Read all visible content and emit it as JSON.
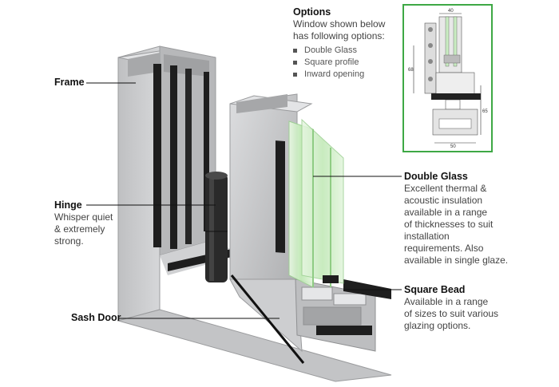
{
  "options": {
    "title": "Options",
    "intro": "Window shown below\nhas following options:",
    "items": [
      "Double Glass",
      "Square profile",
      "Inward opening"
    ]
  },
  "labels": {
    "frame": {
      "title": "Frame"
    },
    "hinge": {
      "title": "Hinge",
      "desc": "Whisper quiet\n& extremely\nstrong."
    },
    "sash_door": {
      "title": "Sash Door"
    },
    "double_glass": {
      "title": "Double Glass",
      "desc": "Excellent thermal &\nacoustic insulation\navailable in a range\nof thicknesses to suit\ninstallation\nrequirements. Also\navailable in single glaze."
    },
    "square_bead": {
      "title": "Square Bead",
      "desc": "Available in a range\nof sizes to suit various\nglazing options."
    }
  },
  "inset_dimensions": [
    "40",
    "68",
    "65",
    "50"
  ],
  "colors": {
    "inset_border": "#3ea845",
    "profile": "#c8c9cb",
    "glass": "#c9ecc2",
    "gasket": "#1e1e1e"
  }
}
